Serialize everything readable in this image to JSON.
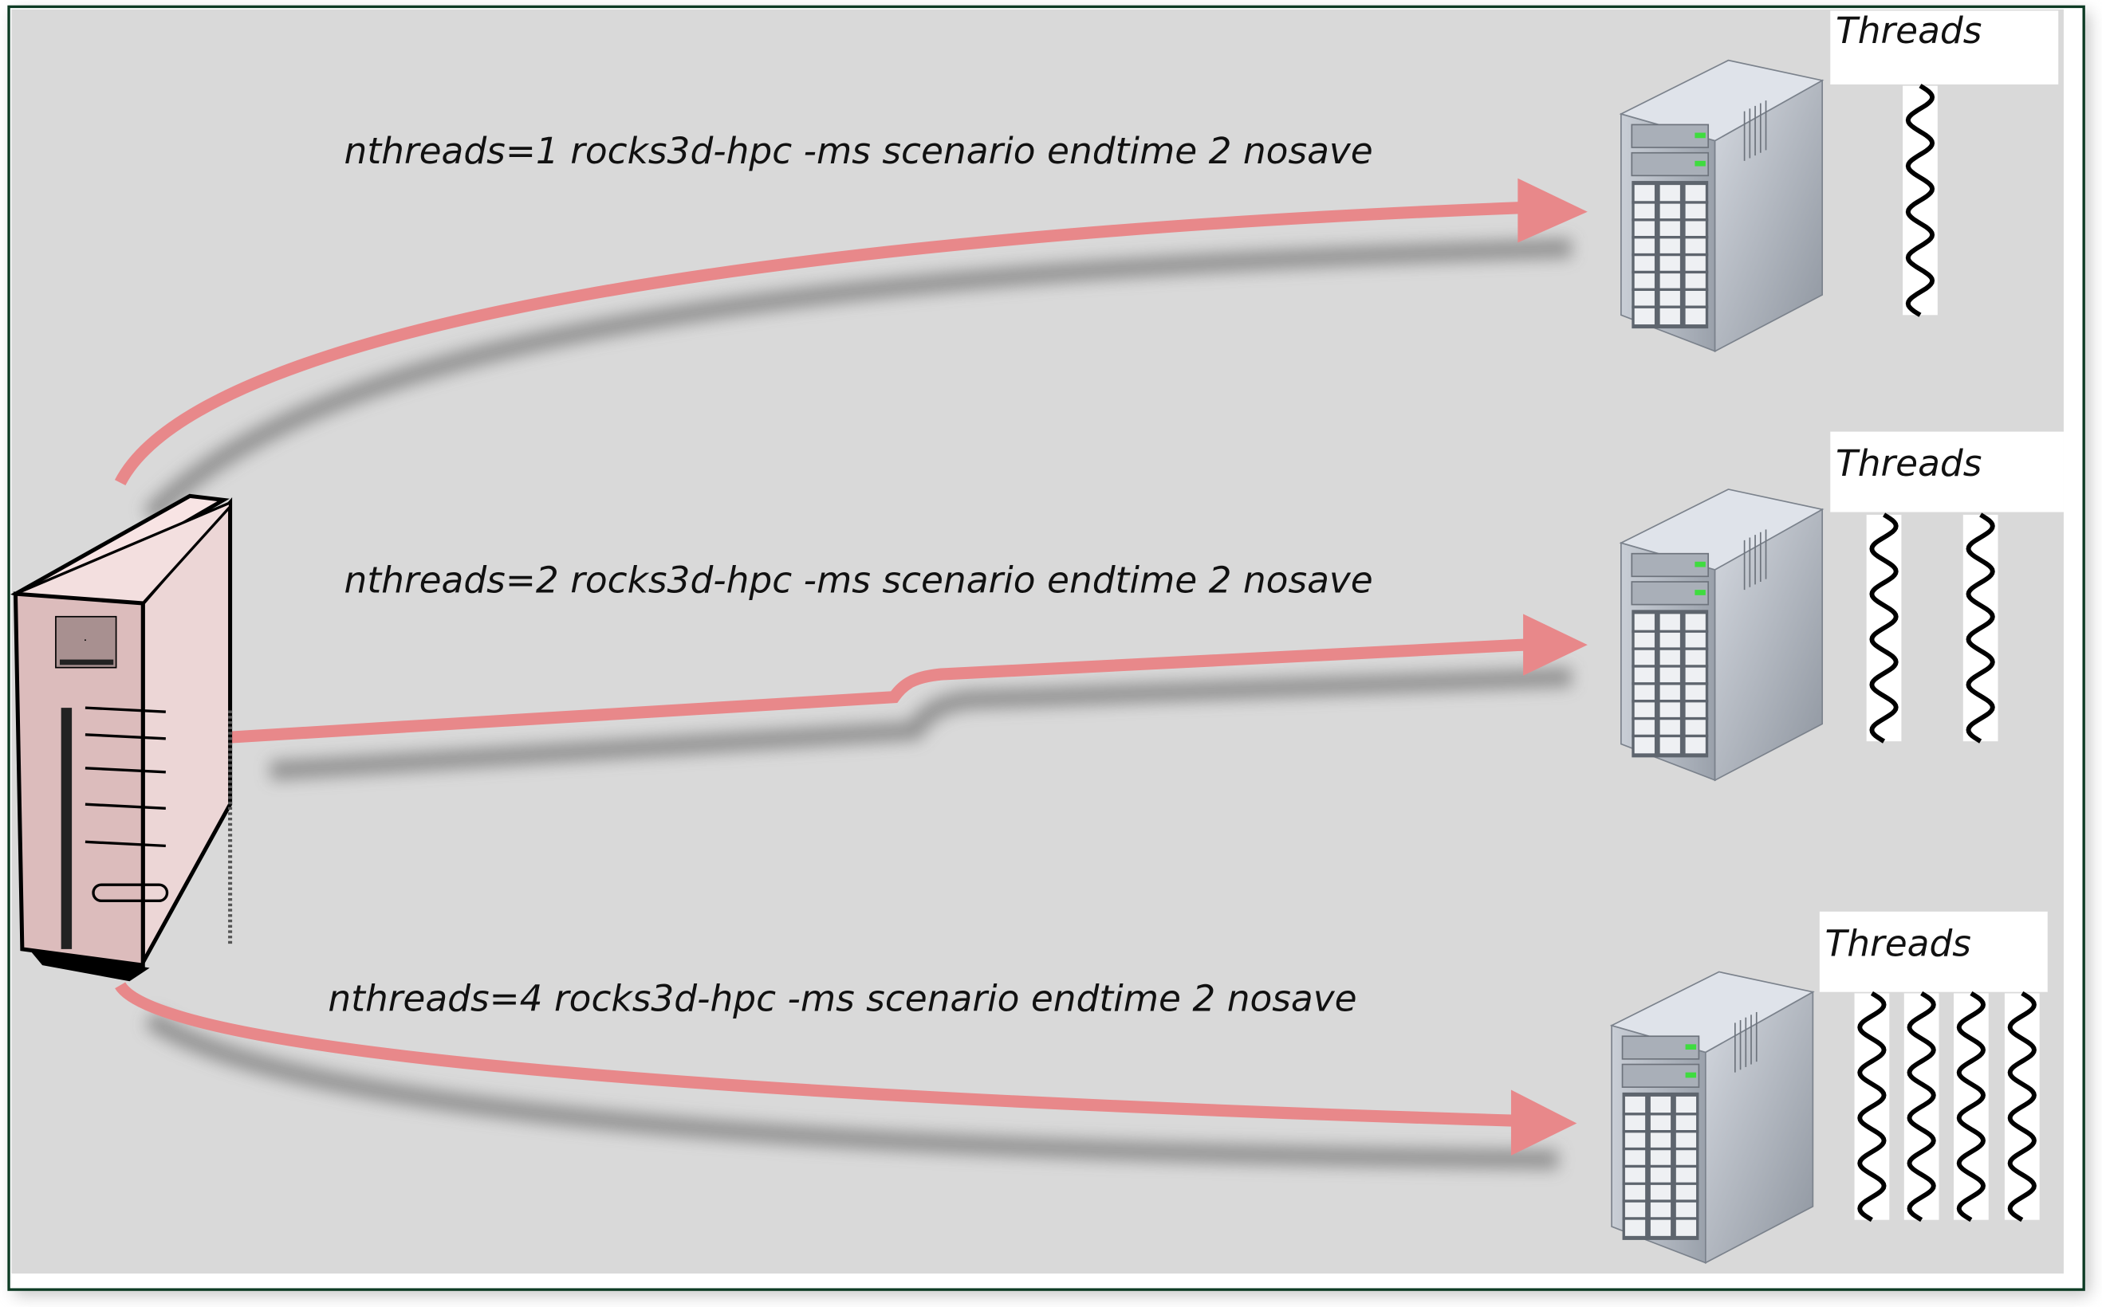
{
  "diagram": {
    "threads_label": "Threads",
    "runs": [
      {
        "command": "nthreads=1 rocks3d-hpc -ms scenario endtime 2 nosave",
        "threads": 1
      },
      {
        "command": "nthreads=2 rocks3d-hpc -ms scenario endtime 2 nosave",
        "threads": 2
      },
      {
        "command": "nthreads=4 rocks3d-hpc -ms scenario endtime 2 nosave",
        "threads": 4
      }
    ],
    "colors": {
      "arrow": "#e8888a",
      "background": "#d9d9d9",
      "frame": "#0d3b24"
    }
  }
}
